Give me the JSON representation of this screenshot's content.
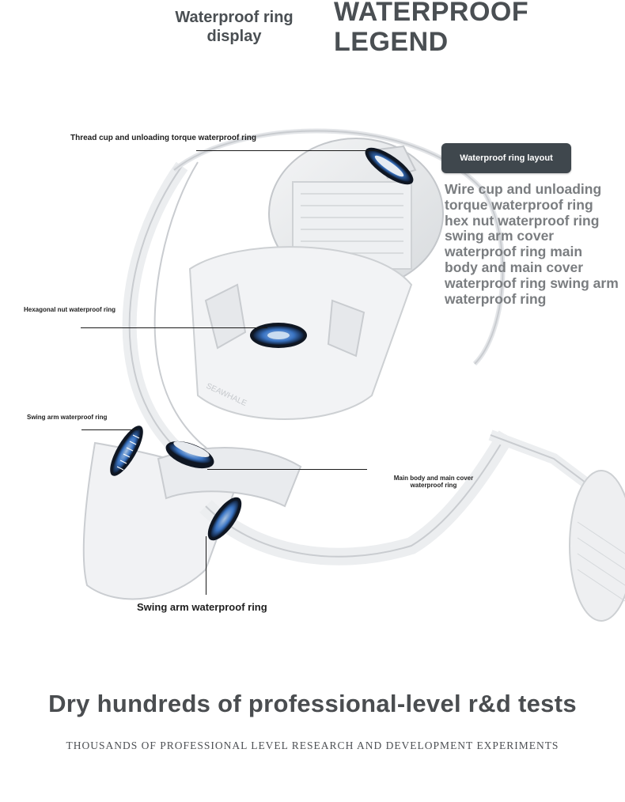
{
  "header": {
    "subtitle": "Waterproof ring\ndisplay",
    "title": "WATERPROOF\nLEGEND"
  },
  "callouts": {
    "thread_cup": "Thread cup and unloading torque waterproof ring",
    "hex_nut": "Hexagonal nut waterproof ring",
    "swing_arm_small": "Swing arm waterproof ring",
    "main_body": "Main body and main cover\nwaterproof ring",
    "swing_arm_bottom": "Swing arm waterproof ring"
  },
  "layout_panel": {
    "badge": "Waterproof ring layout",
    "description": "Wire cup and unloading torque waterproof ring hex nut waterproof ring swing arm cover waterproof ring main body and main cover waterproof ring swing arm waterproof ring"
  },
  "footer": {
    "headline": "Dry hundreds of professional-level r&d tests",
    "subline": "THOUSANDS OF PROFESSIONAL LEVEL RESEARCH AND DEVELOPMENT EXPERIMENTS"
  },
  "colors": {
    "ring_highlight": "#2f6fd0",
    "badge_bg": "#3f474d",
    "headline": "#4a4d50"
  }
}
